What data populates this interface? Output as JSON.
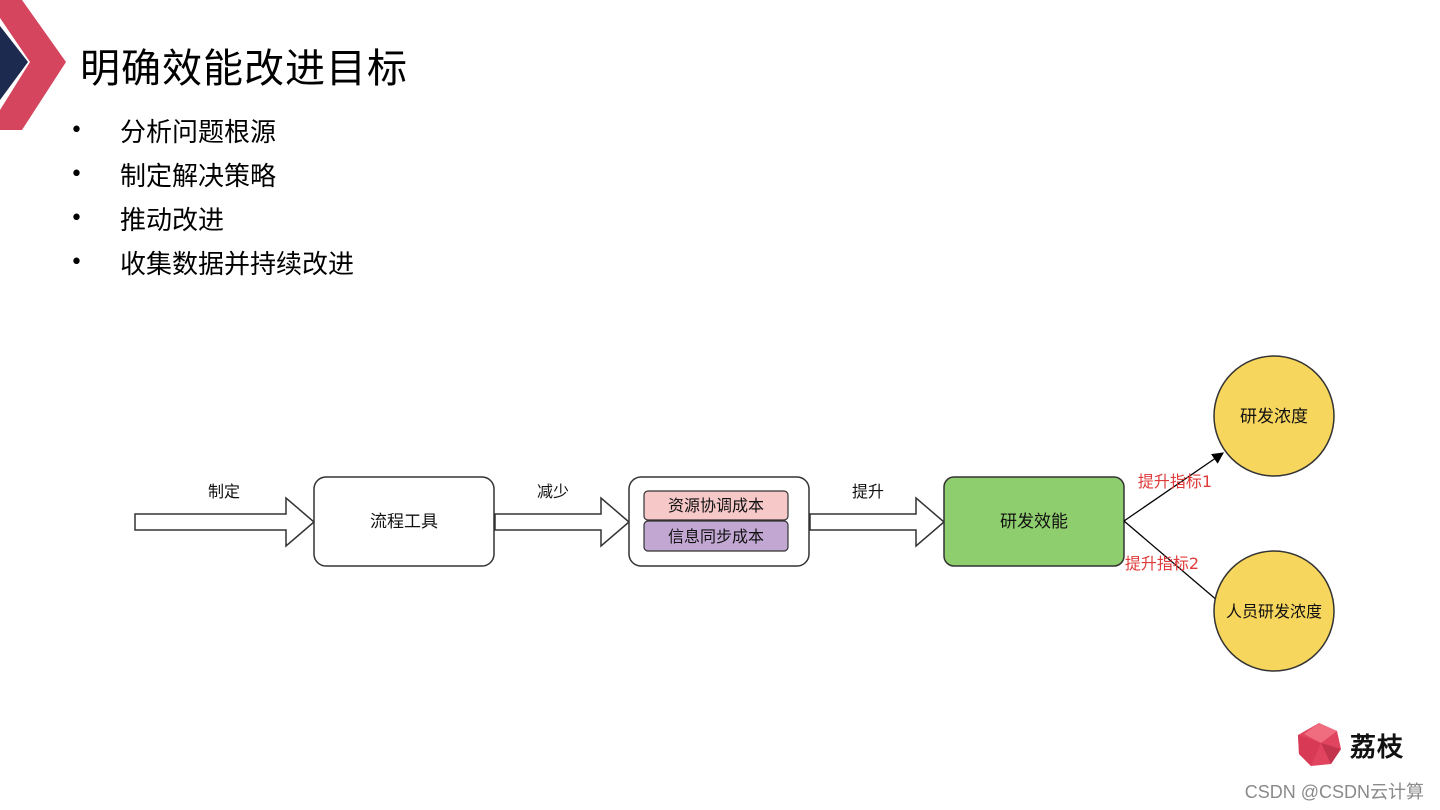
{
  "slide": {
    "title": "明确效能改进目标",
    "bullets": [
      "分析问题根源",
      "制定解决策略",
      "推动改进",
      "收集数据并持续改进"
    ]
  },
  "diagram": {
    "arrow_labels": {
      "define": "制定",
      "reduce": "减少",
      "improve": "提升"
    },
    "process_tool": "流程工具",
    "costs": {
      "resource": "资源协调成本",
      "info": "信息同步成本"
    },
    "efficiency": "研发效能",
    "metric1": "提升指标1",
    "metric2": "提升指标2",
    "density": "研发浓度",
    "staff_density": "人员研发浓度"
  },
  "brand": {
    "name": "荔枝"
  },
  "watermark": "CSDN @CSDN云计算",
  "colors": {
    "accent_red": "#d6455e",
    "accent_navy": "#1d2a4f",
    "green_node": "#8fce6e",
    "yellow_node": "#f7d65e",
    "pink_cost": "#f6c8c8",
    "purple_cost": "#c3a7d3",
    "metric_red": "#e03b3b"
  }
}
